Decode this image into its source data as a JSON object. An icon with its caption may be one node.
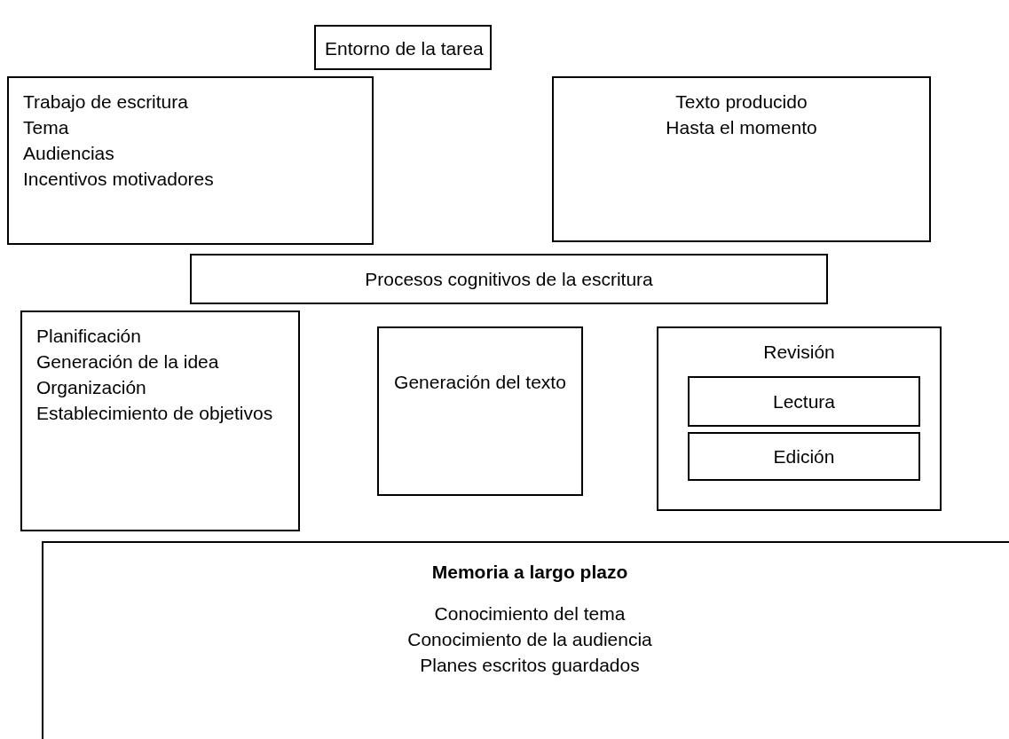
{
  "diagram": {
    "nodes": [
      {
        "text": [
          "Entorno de la tarea"
        ]
      },
      {
        "text": [
          "Trabajo de escritura",
          "Tema",
          "Audiencias",
          "Incentivos motivadores"
        ]
      },
      {
        "text": [
          "Texto producido",
          "Hasta el momento"
        ]
      },
      {
        "text": [
          "Procesos cognitivos de la escritura"
        ]
      },
      {
        "text": [
          "Planificación",
          "Generación de la idea",
          "Organización",
          "Establecimiento de objetivos"
        ]
      },
      {
        "text": [
          "Generación del texto"
        ]
      },
      {
        "text": [
          "Revisión"
        ]
      },
      {
        "text": [
          "Lectura"
        ],
        "in": 6
      },
      {
        "text": [
          "Edición"
        ],
        "in": 6
      },
      {
        "text": [
          "Memoria a largo plazo",
          "Conocimiento del tema",
          "Conocimiento de la audiencia",
          "Planes escritos guardados"
        ]
      }
    ]
  }
}
